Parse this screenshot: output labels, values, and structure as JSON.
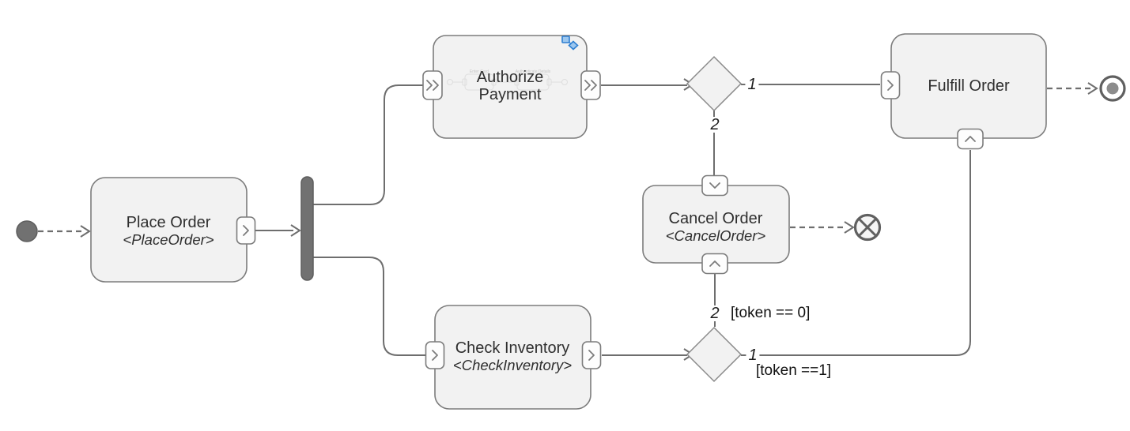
{
  "colors": {
    "node_fill": "#f2f2f2",
    "node_border": "#7c7c7c",
    "edge": "#6e6e6e",
    "dark_node": "#717171",
    "text": "#2f2f2f",
    "accent_blue": "#2e7fd1",
    "accent_blue_fill": "#9cc7ef",
    "ghost": "#dedede",
    "ghost_text": "#c6c6c6"
  },
  "nodes": {
    "place_order": {
      "title": "Place Order",
      "stereotype": "<PlaceOrder>"
    },
    "authorize_payment": {
      "title": "Authorize Payment"
    },
    "check_inventory": {
      "title": "Check Inventory",
      "stereotype": "<CheckInventory>"
    },
    "cancel_order": {
      "title": "Cancel Order",
      "stereotype": "<CancelOrder>"
    },
    "fulfill_order": {
      "title": "Fulfill Order"
    },
    "authorize_payment_ghost": {
      "step1": "Enter Card",
      "step2": "Authenticate Details"
    }
  },
  "edge_labels": {
    "decision1_out1": "1",
    "decision1_out2": "2",
    "decision2_out1": "1",
    "decision2_out2": "2",
    "guard_token_0": "[token == 0]",
    "guard_token_1": "[token ==1]"
  }
}
